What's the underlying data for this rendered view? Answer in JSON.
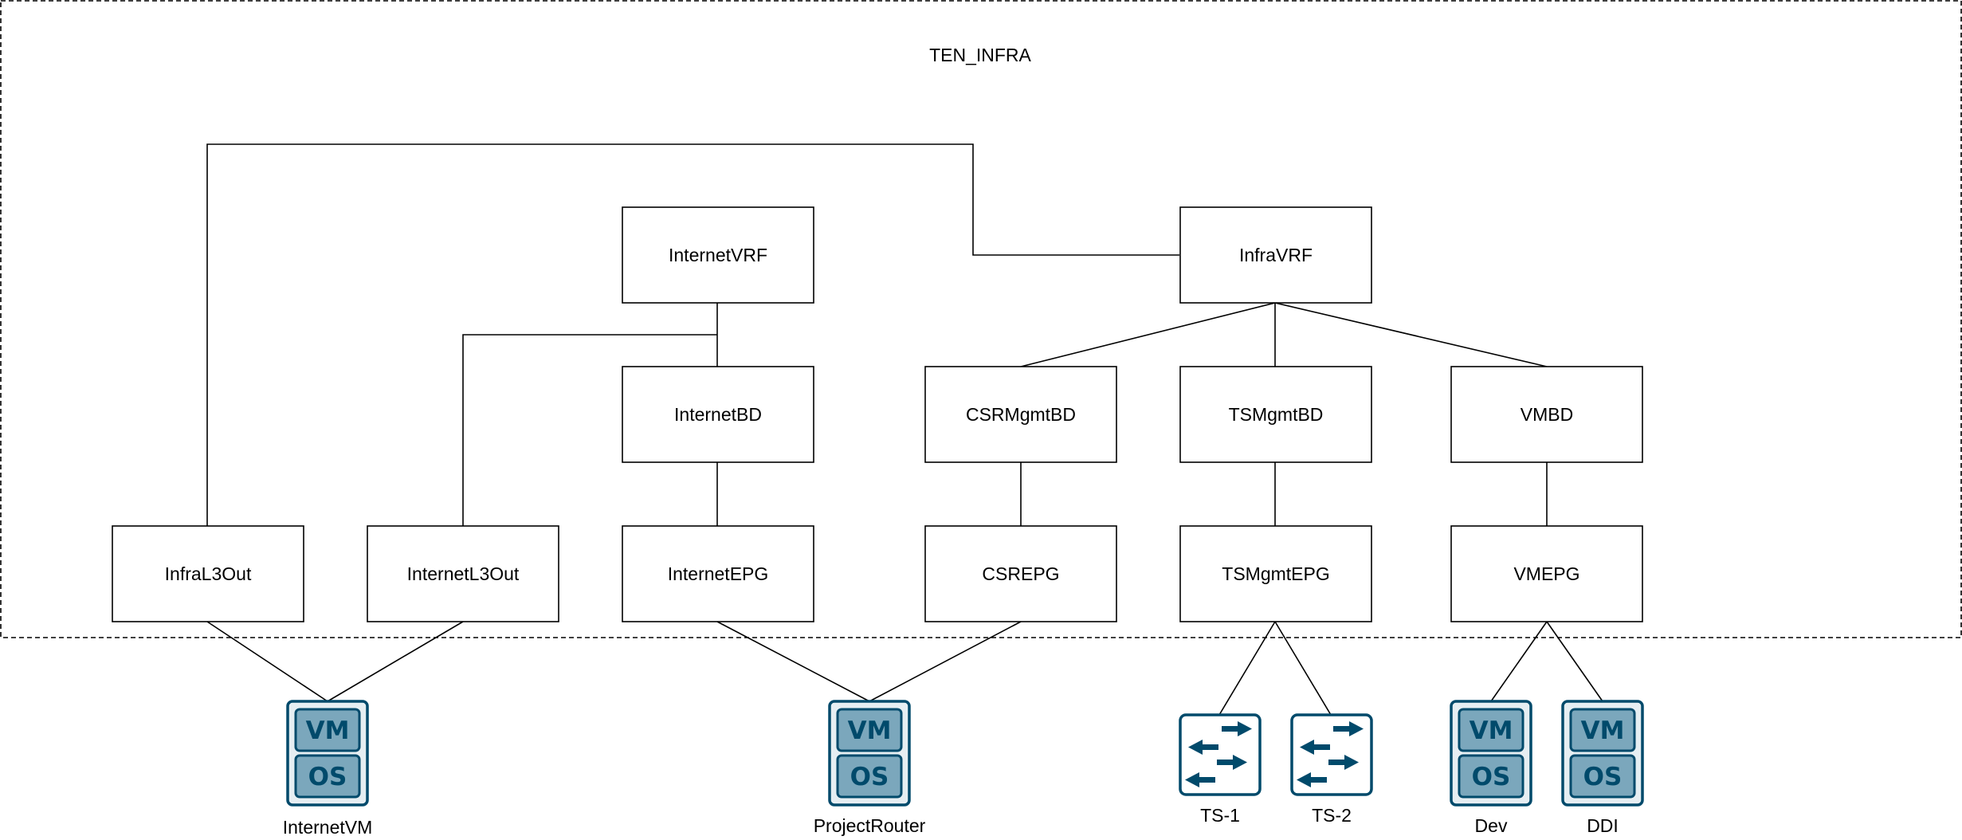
{
  "colors": {
    "icon_dark": "#004A6B",
    "icon_light": "#7BA7BC",
    "icon_bg": "#E6EEF2",
    "line": "#000000"
  },
  "container": {
    "title": "TEN_INFRA"
  },
  "nodes": {
    "internet_vrf": "InternetVRF",
    "infra_vrf": "InfraVRF",
    "internet_bd": "InternetBD",
    "csrmgmt_bd": "CSRMgmtBD",
    "tsmgmt_bd": "TSMgmtBD",
    "vm_bd": "VMBD",
    "infra_l3out": "InfraL3Out",
    "internet_l3out": "InternetL3Out",
    "internet_epg": "InternetEPG",
    "csr_epg": "CSREPG",
    "tsmgmt_epg": "TSMgmtEPG",
    "vm_epg": "VMEPG"
  },
  "icons": {
    "vm_text": "VM",
    "os_text": "OS",
    "internet_vm": {
      "label": "InternetVM",
      "type": "vm-icon"
    },
    "project_router": {
      "label": "ProjectRouter",
      "type": "vm-icon"
    },
    "ts1": {
      "label": "TS-1",
      "type": "switch-icon"
    },
    "ts2": {
      "label": "TS-2",
      "type": "switch-icon"
    },
    "dev": {
      "label": "Dev",
      "type": "vm-icon"
    },
    "ddi": {
      "label": "DDI",
      "type": "vm-icon"
    }
  }
}
